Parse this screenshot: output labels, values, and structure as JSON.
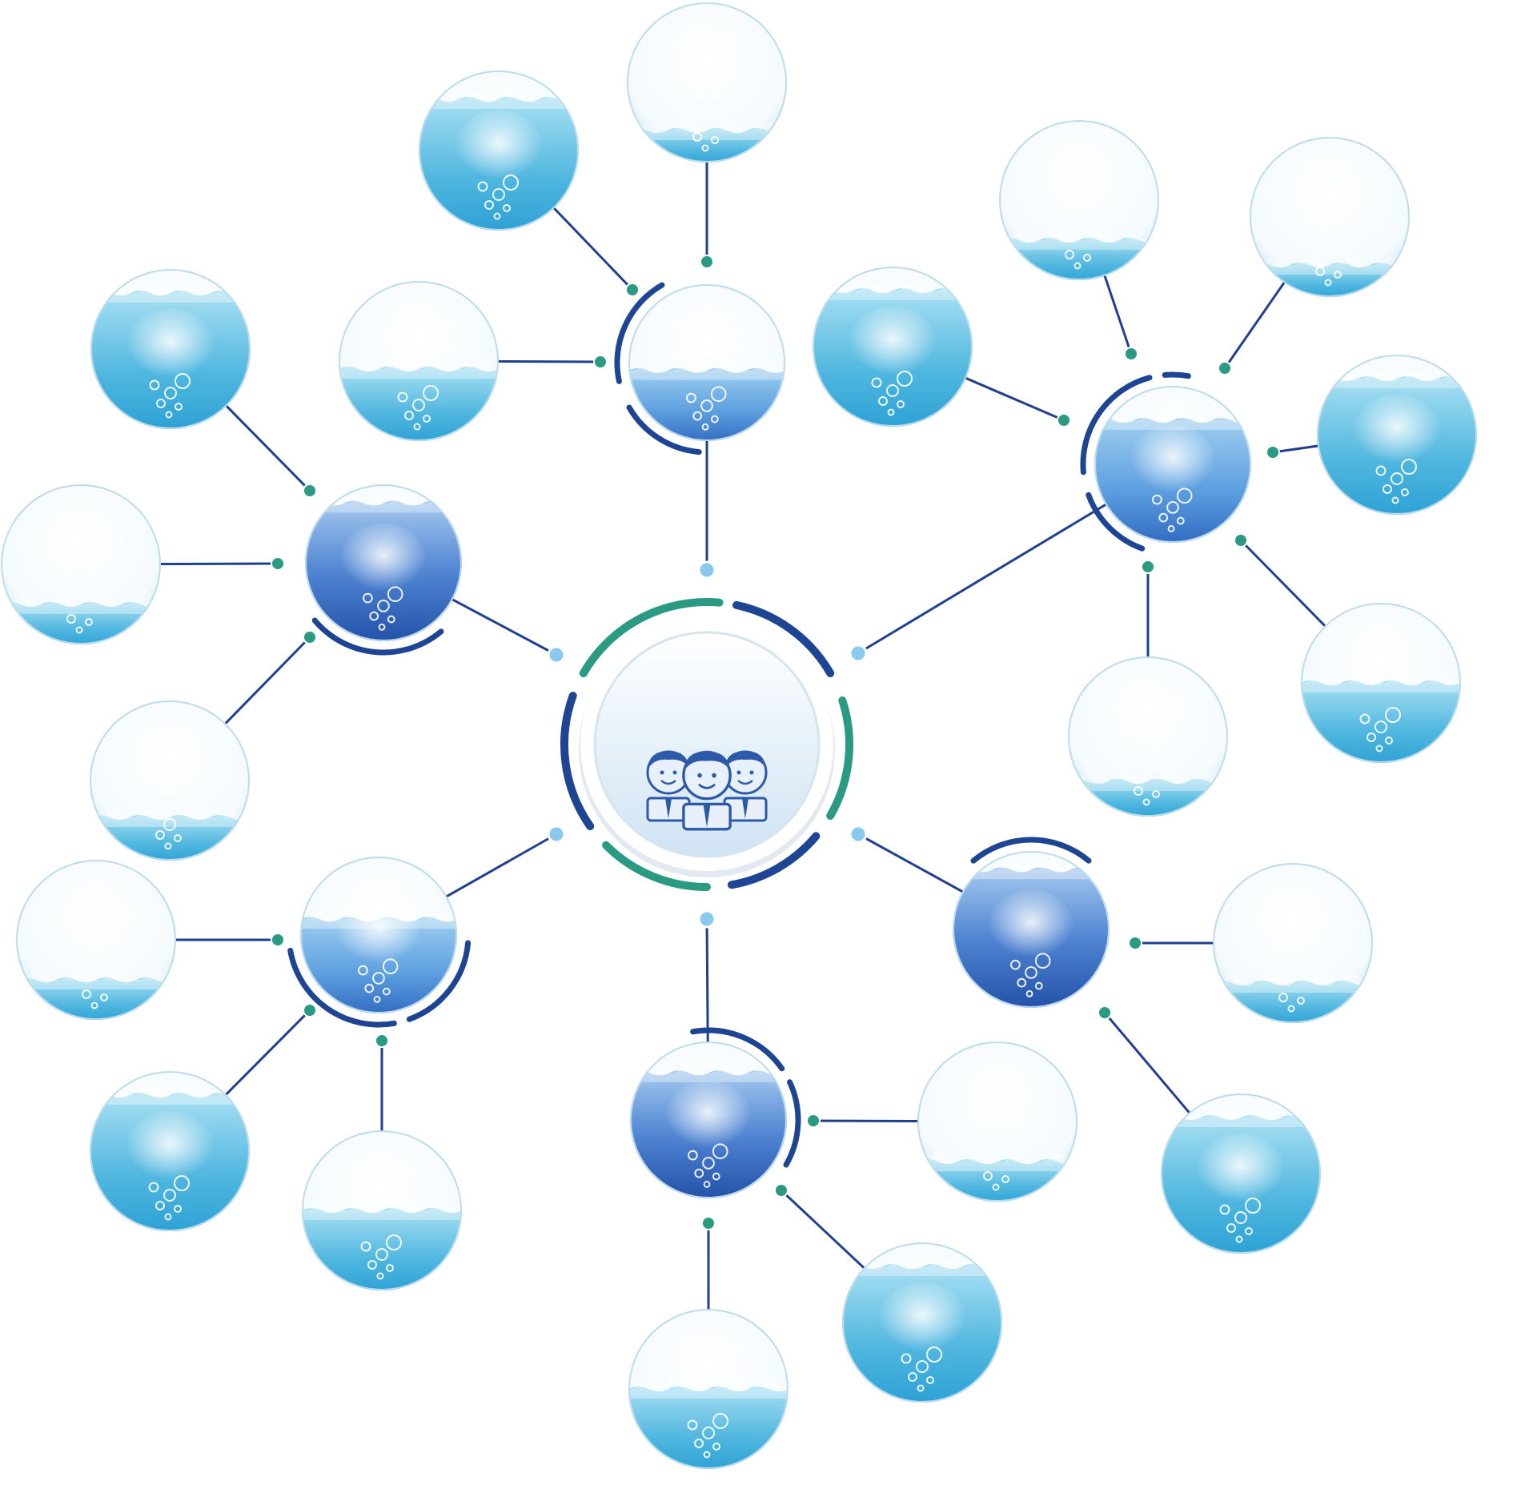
{
  "colors": {
    "connector": "#1f3f8f",
    "accent_teal": "#2a9a82",
    "accent_navy": "#1d4594",
    "water_light": "#8ed3ec",
    "water_mid": "#3ea8d6",
    "water_deep": "#2a62b8",
    "bubble_glass": "#f2f9fd",
    "hub_glass": "#dcebf6"
  },
  "center": {
    "icon": "team-people-icon"
  },
  "hubs": [
    {
      "id": "hub-top",
      "level": 0.45,
      "tone": "mid",
      "satellites": [
        {
          "level": 0.45,
          "tone": "light"
        },
        {
          "level": 0.82,
          "tone": "light"
        },
        {
          "level": 0.2,
          "tone": "light"
        }
      ]
    },
    {
      "id": "hub-right",
      "level": 0.78,
      "tone": "mid",
      "satellites": [
        {
          "level": 0.85,
          "tone": "light"
        },
        {
          "level": 0.25,
          "tone": "light"
        },
        {
          "level": 0.2,
          "tone": "light"
        },
        {
          "level": 0.85,
          "tone": "light"
        },
        {
          "level": 0.5,
          "tone": "light"
        },
        {
          "level": 0.22,
          "tone": "light"
        }
      ]
    },
    {
      "id": "hub-left",
      "level": 0.88,
      "tone": "deep",
      "satellites": [
        {
          "level": 0.85,
          "tone": "light"
        },
        {
          "level": 0.25,
          "tone": "light"
        },
        {
          "level": 0.27,
          "tone": "light"
        }
      ]
    },
    {
      "id": "hub-lower-left",
      "level": 0.6,
      "tone": "mid",
      "satellites": [
        {
          "level": 0.25,
          "tone": "light"
        },
        {
          "level": 0.85,
          "tone": "light"
        },
        {
          "level": 0.5,
          "tone": "light"
        }
      ]
    },
    {
      "id": "hub-bottom",
      "level": 0.8,
      "tone": "deep",
      "satellites": [
        {
          "level": 0.25,
          "tone": "light"
        },
        {
          "level": 0.85,
          "tone": "light"
        },
        {
          "level": 0.5,
          "tone": "light"
        }
      ]
    },
    {
      "id": "hub-lower-right",
      "level": 0.88,
      "tone": "deep",
      "satellites": [
        {
          "level": 0.25,
          "tone": "light"
        },
        {
          "level": 0.85,
          "tone": "light"
        }
      ]
    }
  ]
}
